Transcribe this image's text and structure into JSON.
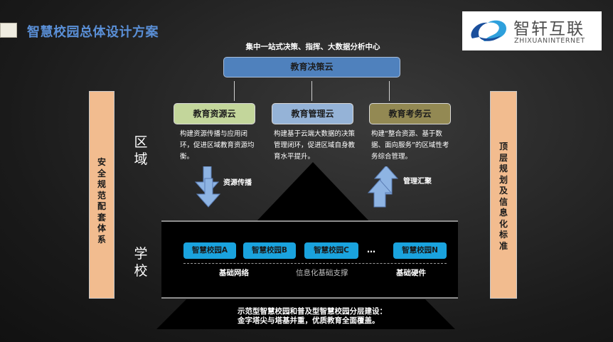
{
  "header": {
    "title": "智慧校园总体设计方案",
    "logo": {
      "name_cn": "智轩互联",
      "name_en": "ZHIXUANINTERNET",
      "colors": {
        "mark_dark": "#1a4f9c",
        "mark_light": "#2ea0dc"
      }
    }
  },
  "top": {
    "caption": "集中一站式决策、指挥、大数据分析中心",
    "decision_cloud": "教育决策云"
  },
  "clouds": [
    {
      "label": "教育资源云",
      "desc": "构建资源传播与应用闭环，促进区域教育资源均衡。",
      "color": "#c3d69b"
    },
    {
      "label": "教育管理云",
      "desc": "构建基于云端大数据的决策管理闭环，促进区域自身教育水平提升。",
      "color": "#95b3d7"
    },
    {
      "label": "教育考务云",
      "desc": "构建“整合资源、基于数据、面向服务”的区域性考务综合管理。",
      "color": "#938953"
    }
  ],
  "side_bars": {
    "left": "安全规范配套体系",
    "right": "顶层规划及信息化标准"
  },
  "levels": {
    "region": "区域",
    "school": "学校"
  },
  "flows": {
    "down": {
      "label": "资源传播",
      "icon": "double-arrow-down-icon"
    },
    "up": {
      "label": "管理汇聚",
      "icon": "double-arrow-up-icon"
    }
  },
  "campuses": {
    "items": [
      "智慧校园A",
      "智慧校园B",
      "智慧校园C",
      "智慧校园N"
    ],
    "ellipsis": "…",
    "color": "#1aa3de"
  },
  "infrastructure": {
    "left": "基础网络",
    "center": "信息化基础支撑",
    "right": "基础硬件"
  },
  "footer": {
    "line1": "示范型智慧校园和普及型智慧校园分层建设：",
    "line2": "金字塔尖与塔基并重，优质教育全面覆盖。"
  }
}
